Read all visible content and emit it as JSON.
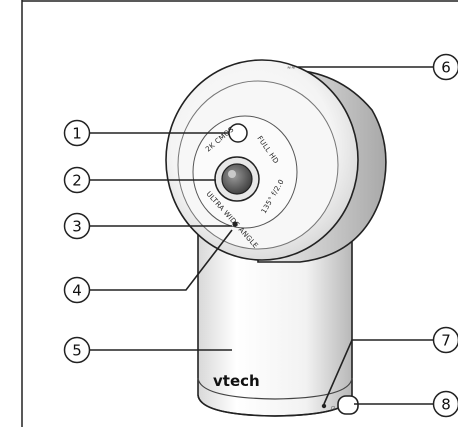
{
  "callouts": [
    {
      "number": "1"
    },
    {
      "number": "2"
    },
    {
      "number": "3"
    },
    {
      "number": "4"
    },
    {
      "number": "5"
    },
    {
      "number": "6"
    },
    {
      "number": "7"
    },
    {
      "number": "8"
    }
  ],
  "lens": {
    "top_left_text": "2K CMOS",
    "top_right_text": "FULL HD",
    "bottom_left_text": "ULTRA WIDE ANGLE",
    "bottom_right_text": "135° f/2.0"
  },
  "brand": "vtech",
  "top_marking": "≈≈",
  "switch_marking": "⊡"
}
